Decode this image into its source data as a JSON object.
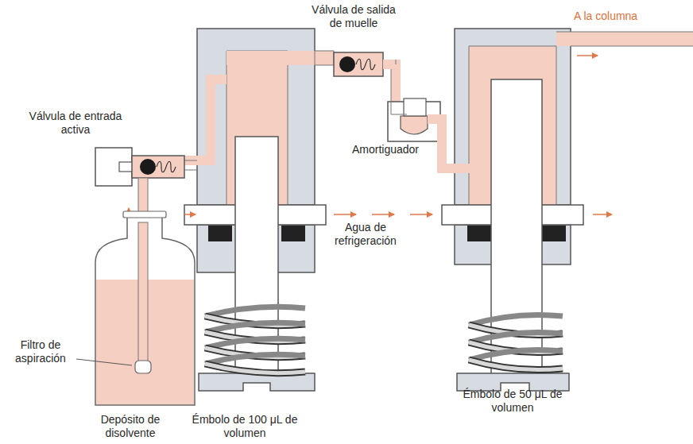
{
  "diagram": {
    "labels": [
      "Válvula de salida de muelle",
      "A la columna",
      "Válvula de entrada activa",
      "Amortiguador",
      "Agua de refrigeración",
      "Filtro de aspiración",
      "Depósito de disolvente",
      "Émbolo de 100 μL de volumen",
      "Émbolo de 50 μL de volumen"
    ]
  }
}
